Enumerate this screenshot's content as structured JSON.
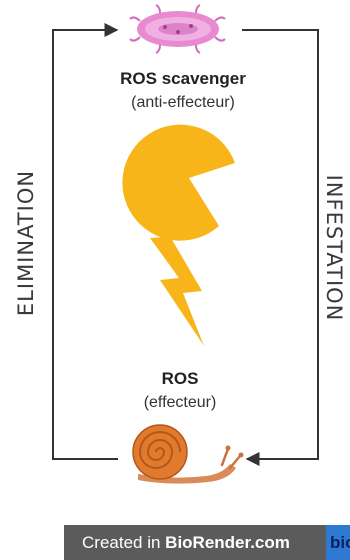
{
  "labels": {
    "left": "ELIMINATION",
    "right": "INFESTATION",
    "top_title": "ROS scavenger",
    "top_subtitle": "(anti-effecteur)",
    "bottom_title": "ROS",
    "bottom_subtitle": "(effecteur)"
  },
  "footer": {
    "prefix": "Created in ",
    "brand": "BioRender.com",
    "tab": "bio"
  },
  "icons": {
    "top": "parasite-icon",
    "pacman": "pacman-icon",
    "bolt": "lightning-bolt-icon",
    "bottom": "snail-icon"
  },
  "colors": {
    "accent": "#f7b519",
    "parasite": "#e78ad0",
    "snail_shell": "#e07b2e",
    "footer_bg": "#5b5b5b",
    "brand_tab": "#2f7ad1",
    "arrow": "#333333"
  }
}
